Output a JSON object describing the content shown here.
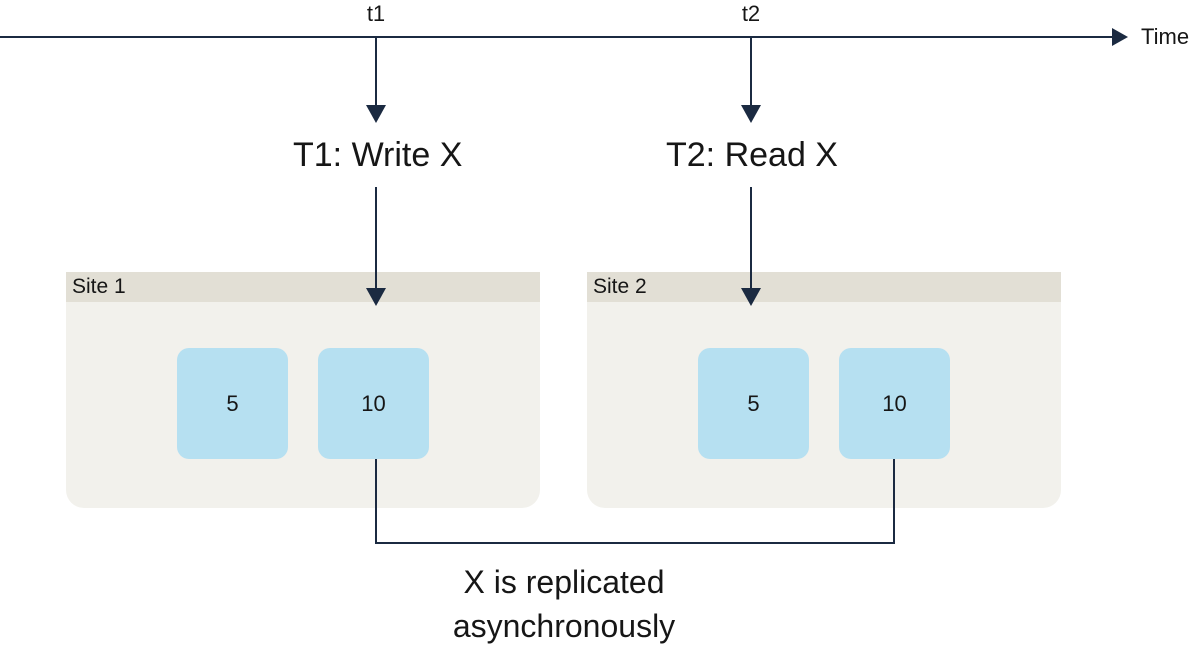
{
  "timeline": {
    "axis_label": "Time",
    "ticks": [
      "t1",
      "t2"
    ]
  },
  "transactions": [
    {
      "label": "T1: Write X"
    },
    {
      "label": "T2: Read X"
    }
  ],
  "sites": [
    {
      "title": "Site 1",
      "cells": [
        "5",
        "10"
      ]
    },
    {
      "title": "Site 2",
      "cells": [
        "5",
        "10"
      ]
    }
  ],
  "replication": {
    "caption_line1": "X is replicated",
    "caption_line2": "asynchronously"
  },
  "colors": {
    "line": "#1b2a41",
    "site_bg": "#f2f1ec",
    "site_header": "#e2dfd5",
    "cell": "#b6e0f1"
  }
}
